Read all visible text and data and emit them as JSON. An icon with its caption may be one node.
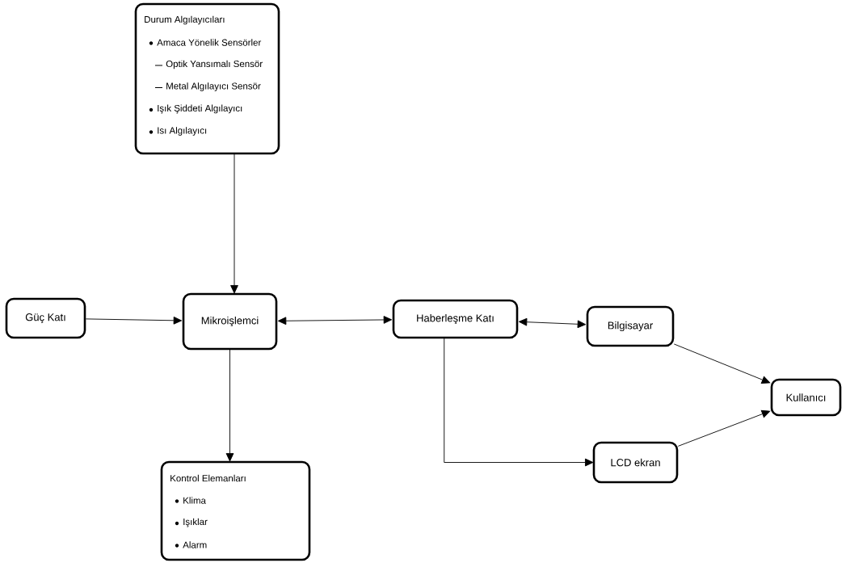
{
  "diagram": {
    "nodes": [
      {
        "text": [
          "Durum Algılayıcıları",
          "Amaca Yönelik Sensörler",
          "Optik Yansımalı Sensör",
          "Metal Algılayıcı Sensör",
          "Işık Şiddeti Algılayıcı",
          "Isı Algılayıcı"
        ]
      },
      {
        "text": [
          "Güç Katı"
        ]
      },
      {
        "text": [
          "Mikroişlemci"
        ]
      },
      {
        "text": [
          "Haberleşme Katı"
        ]
      },
      {
        "text": [
          "Bilgisayar"
        ]
      },
      {
        "text": [
          "LCD ekran"
        ]
      },
      {
        "text": [
          "Kullanıcı"
        ]
      },
      {
        "text": [
          "Kontrol Elemanları",
          "Klima",
          "Işıklar",
          "Alarm"
        ]
      }
    ],
    "edges": [
      {
        "from": 0,
        "to": 2,
        "arrow": "to"
      },
      {
        "from": 1,
        "to": 2,
        "arrow": "to"
      },
      {
        "from": 2,
        "to": 3,
        "arrow": "both"
      },
      {
        "from": 3,
        "to": 4,
        "arrow": "both"
      },
      {
        "from": 3,
        "to": 5,
        "arrow": "to"
      },
      {
        "from": 4,
        "to": 6,
        "arrow": "to"
      },
      {
        "from": 5,
        "to": 6,
        "arrow": "to"
      },
      {
        "from": 2,
        "to": 7,
        "arrow": "to"
      }
    ]
  }
}
